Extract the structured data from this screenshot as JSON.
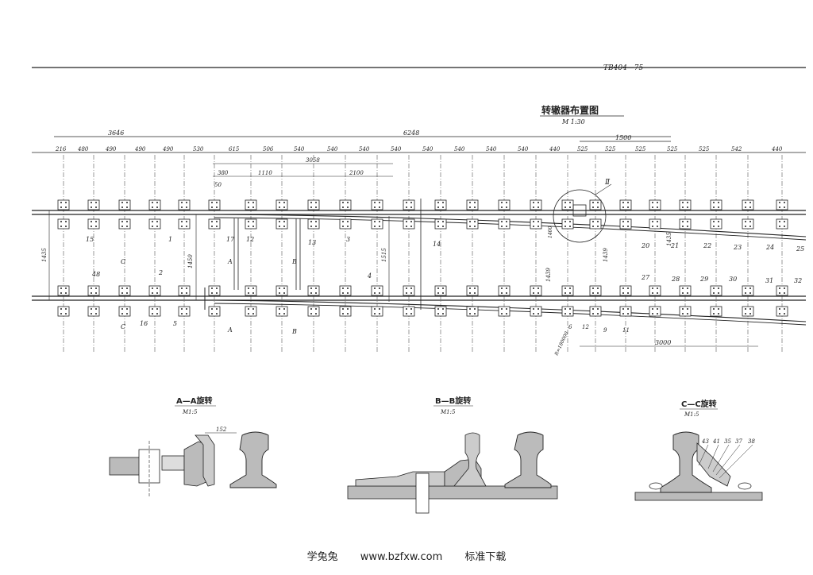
{
  "drawing_no": "TB404—75",
  "title": "转辙器布置图",
  "title_scale": "M 1:30",
  "overall_dims": [
    "3646",
    "6248",
    "1500"
  ],
  "spacing_dims": [
    "216",
    "480",
    "490",
    "490",
    "490",
    "530",
    "615",
    "506",
    "540",
    "540",
    "540",
    "540",
    "540",
    "540",
    "540",
    "540",
    "440",
    "525",
    "525",
    "525",
    "525",
    "525",
    "542",
    "440"
  ],
  "inner_dims": [
    "380",
    "3058",
    "1110",
    "2100",
    "50"
  ],
  "side_dims": {
    "gauge": "1435",
    "a": "1450",
    "b": "1515",
    "c": "1439",
    "d": "1435",
    "e": "1439",
    "f": "1400",
    "g": "3000",
    "h": "R=180000"
  },
  "detail_label": "Ⅱ",
  "section_marks": {
    "a": "A",
    "b": "B",
    "c": "C"
  },
  "part_numbers_top": [
    "15",
    "1",
    "17",
    "12",
    "13",
    "3",
    "14",
    "20",
    "21",
    "22",
    "23",
    "24",
    "25"
  ],
  "part_numbers_bottom": [
    "48",
    "2",
    "16",
    "5",
    "4",
    "27",
    "28",
    "29",
    "30",
    "31",
    "32",
    "6",
    "9",
    "11",
    "12"
  ],
  "sections": [
    {
      "title": "A—A旋转",
      "scale": "M1:5",
      "dim": "152"
    },
    {
      "title": "B—B旋转",
      "scale": "M1:5"
    },
    {
      "title": "C—C旋转",
      "scale": "M1:5",
      "callouts": [
        "43",
        "41",
        "35",
        "37",
        "38"
      ]
    }
  ],
  "footer": {
    "site": "学兔兔",
    "url": "www.bzfxw.com",
    "slogan": "标准下载"
  }
}
